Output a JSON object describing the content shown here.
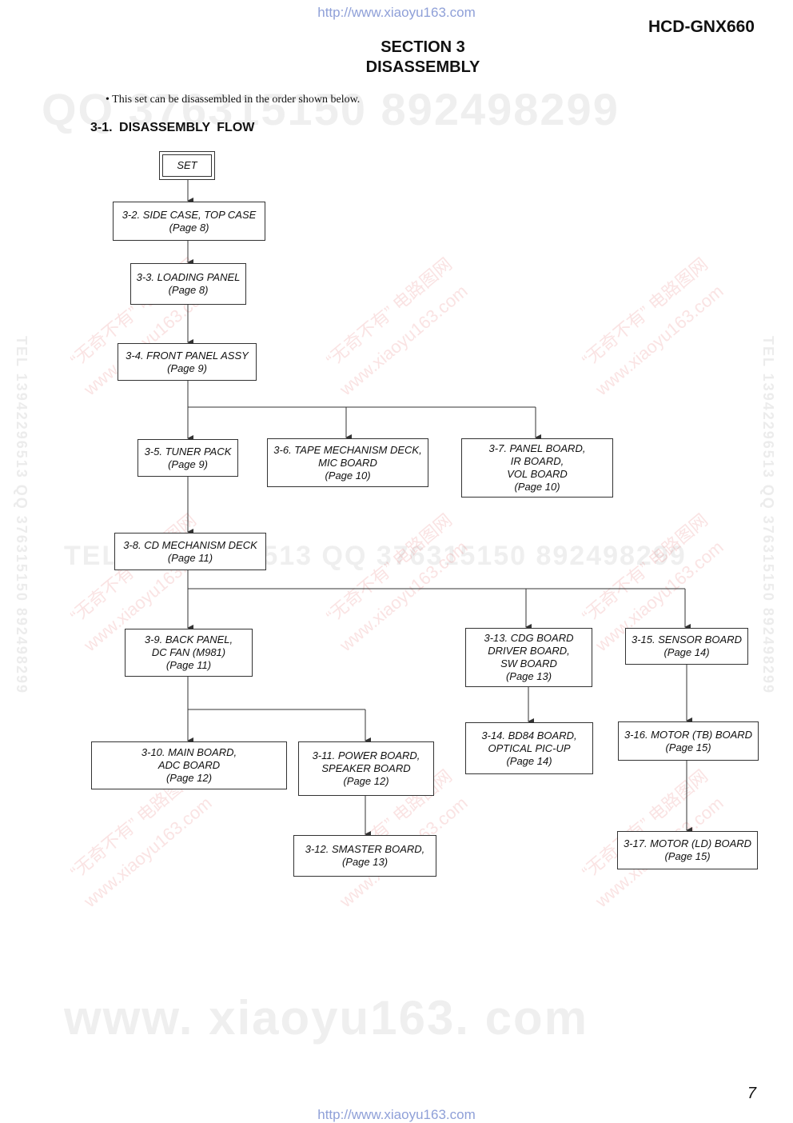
{
  "header": {
    "url_top": "http://www.xiaoyu163.com",
    "model": "HCD-GNX660",
    "section_line1": "SECTION 3",
    "section_line2": "DISASSEMBLY",
    "note": "• This set can be disassembled in the order shown below.",
    "heading": "3-1.   DISASSEMBLY  FLOW"
  },
  "flow": {
    "set": "SET",
    "b32": [
      "3-2. SIDE CASE, TOP CASE",
      "(Page 8)"
    ],
    "b33": [
      "3-3. LOADING PANEL",
      "(Page 8)"
    ],
    "b34": [
      "3-4. FRONT PANEL ASSY",
      "(Page 9)"
    ],
    "b35": [
      "3-5. TUNER PACK",
      "(Page 9)"
    ],
    "b36": [
      "3-6. TAPE MECHANISM DECK,",
      "MIC BOARD",
      "(Page 10)"
    ],
    "b37": [
      "3-7. PANEL BOARD,",
      "IR BOARD,",
      "VOL BOARD",
      "(Page 10)"
    ],
    "b38": [
      "3-8. CD MECHANISM DECK",
      "(Page 11)"
    ],
    "b39": [
      "3-9. BACK PANEL,",
      "DC FAN (M981)",
      "(Page 11)"
    ],
    "b310": [
      "3-10. MAIN BOARD,",
      "ADC BOARD",
      "(Page 12)"
    ],
    "b311": [
      "3-11. POWER BOARD,",
      "SPEAKER BOARD",
      "(Page 12)"
    ],
    "b312": [
      "3-12. SMASTER BOARD,",
      "(Page 13)"
    ],
    "b313": [
      "3-13. CDG BOARD",
      "DRIVER BOARD,",
      "SW BOARD",
      "(Page 13)"
    ],
    "b314": [
      "3-14. BD84 BOARD,",
      "OPTICAL PIC-UP",
      "(Page 14)"
    ],
    "b315": [
      "3-15. SENSOR BOARD",
      "(Page 14)"
    ],
    "b316": [
      "3-16. MOTOR (TB) BOARD",
      "(Page 15)"
    ],
    "b317": [
      "3-17. MOTOR (LD) BOARD",
      "(Page 15)"
    ]
  },
  "watermarks": {
    "qq": "QQ 376315150   892498299",
    "tel_row": "TEL 13942296513   QQ 376315150   892498299",
    "site_big": "www. xiaoyu163. com",
    "vertical": "TEL 13942296513  QQ 376315150  892498299",
    "diag_cn": "“无奇不有” 电路图网",
    "diag_site": "www.xiaoyu163.com"
  },
  "footer": {
    "page_number": "7",
    "url_bottom": "http://www.xiaoyu163.com"
  }
}
